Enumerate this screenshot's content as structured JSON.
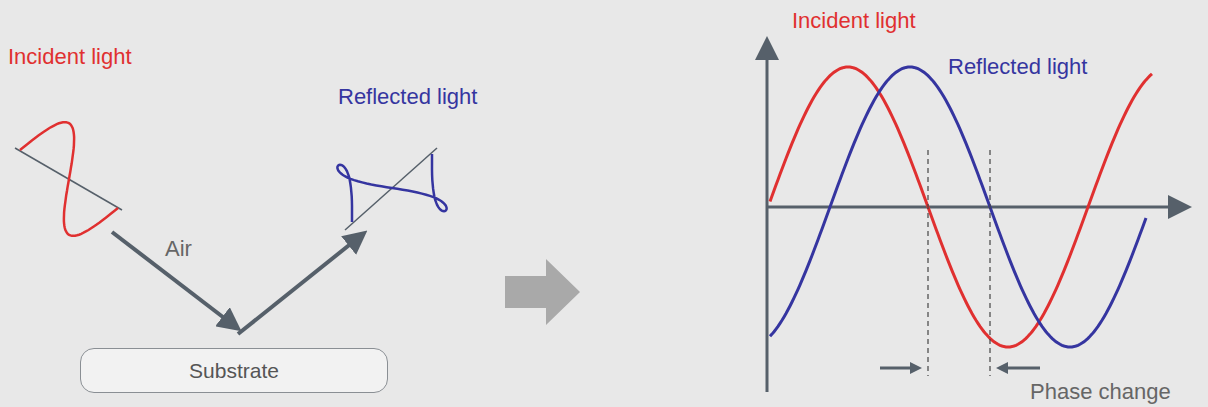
{
  "diagram": {
    "nodes": [
      {
        "text": [
          "Substrate"
        ]
      }
    ],
    "labels": [
      "Incident light",
      "Reflected light",
      "Air",
      "Incident light",
      "Reflected light",
      "Phase change"
    ]
  }
}
